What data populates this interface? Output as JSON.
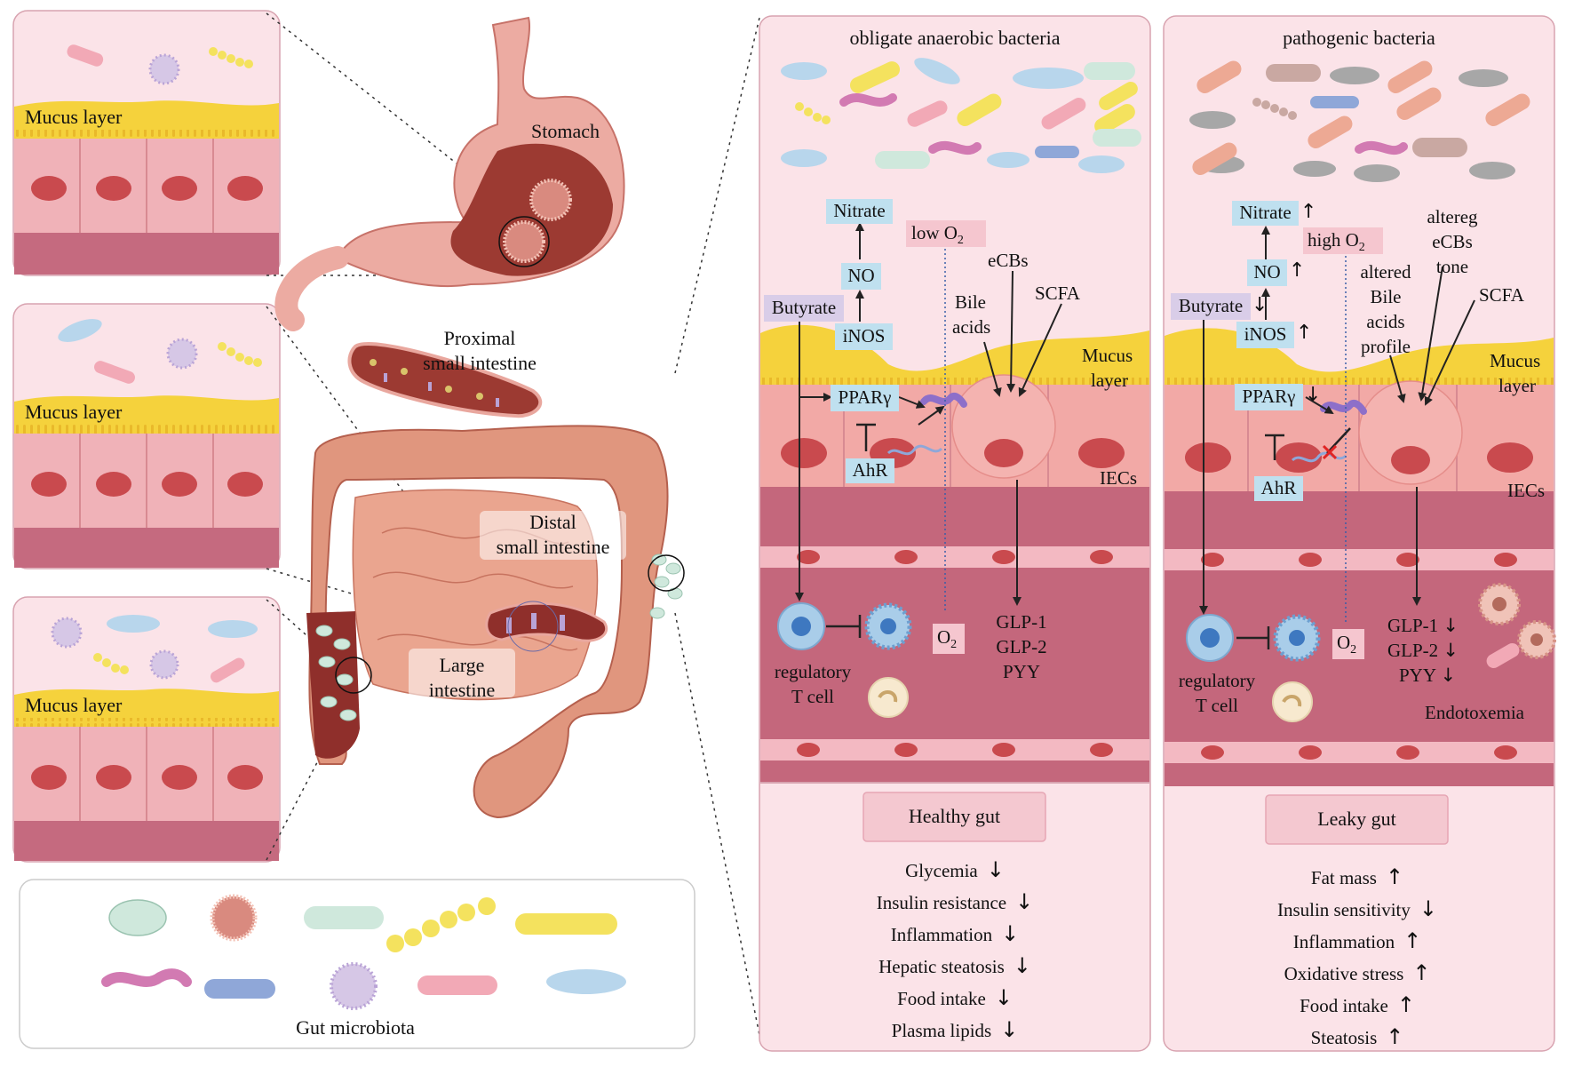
{
  "title": "",
  "left_panels": {
    "mucus_label": "Mucus layer"
  },
  "organs": {
    "stomach": "Stomach",
    "proximal_1": "Proximal",
    "proximal_2": "small intestine",
    "distal_1": "Distal",
    "distal_2": "small intestine",
    "large_1": "Large",
    "large_2": "intestine"
  },
  "legend": {
    "title": "Gut microbiota"
  },
  "healthy": {
    "header": "obligate anaerobic bacteria",
    "nitrate": "Nitrate",
    "no": "NO",
    "inos": "iNOS",
    "butyrate": "Butyrate",
    "low_o2": "low O",
    "o2_sub": "2",
    "o2": "O",
    "ecbs": "eCBs",
    "bile_1": "Bile",
    "bile_2": "acids",
    "scfa": "SCFA",
    "mucus_1": "Mucus",
    "mucus_2": "layer",
    "ppar": "PPARγ",
    "ahr": "AhR",
    "iecs": "IECs",
    "glp1": "GLP-1",
    "glp2": "GLP-2",
    "pyy": "PYY",
    "treg_1": "regulatory",
    "treg_2": "T cell",
    "status": "Healthy gut",
    "outcomes": [
      {
        "label": "Glycemia",
        "dir": "down"
      },
      {
        "label": "Insulin resistance",
        "dir": "down"
      },
      {
        "label": "Inflammation",
        "dir": "down"
      },
      {
        "label": "Hepatic steatosis",
        "dir": "down"
      },
      {
        "label": "Food intake",
        "dir": "down"
      },
      {
        "label": "Plasma lipids",
        "dir": "down"
      }
    ]
  },
  "leaky": {
    "header": "pathogenic  bacteria",
    "nitrate": "Nitrate",
    "no": "NO",
    "inos": "iNOS",
    "butyrate": "Butyrate",
    "high_o2": "high O",
    "o2_sub": "2",
    "o2": "O",
    "altereg_1": "altereg",
    "altereg_2": "eCBs",
    "altereg_3": "tone",
    "altered_1": "altered",
    "altered_2": "Bile",
    "altered_3": "acids",
    "altered_4": "profile",
    "scfa": "SCFA",
    "mucus_1": "Mucus",
    "mucus_2": "layer",
    "ppar": "PPARγ",
    "ahr": "AhR",
    "iecs": "IECs",
    "glp1": "GLP-1",
    "glp2": "GLP-2",
    "pyy": "PYY",
    "endotoxemia": "Endotoxemia",
    "treg_1": "regulatory",
    "treg_2": "T cell",
    "status": "Leaky gut",
    "outcomes": [
      {
        "label": "Fat mass",
        "dir": "up"
      },
      {
        "label": "Insulin sensitivity",
        "dir": "down"
      },
      {
        "label": "Inflammation",
        "dir": "up"
      },
      {
        "label": "Oxidative stress",
        "dir": "up"
      },
      {
        "label": "Food intake",
        "dir": "up"
      },
      {
        "label": "Steatosis",
        "dir": "up"
      }
    ]
  },
  "colors": {
    "panel_bg": "#fbe3e8",
    "mucus": "#f5d23c",
    "cell": "#f2a9a6",
    "nucleus": "#c94a4e",
    "lamina": "#c4677c",
    "lumen": "#fbe7eb"
  }
}
